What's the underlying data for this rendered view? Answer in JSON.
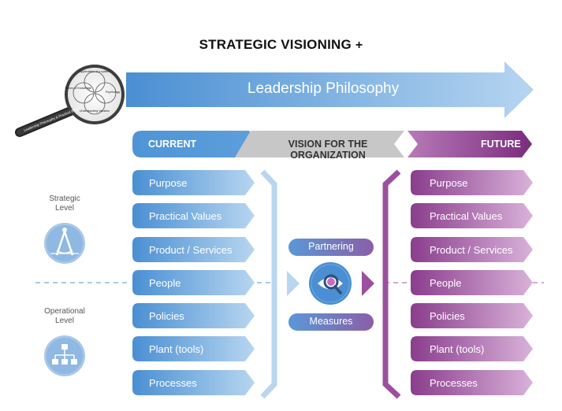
{
  "title": {
    "main": "STRATEGIC VISIONING",
    "plus": "+"
  },
  "banner": {
    "label": "Leadership Philosophy"
  },
  "magnifier": {
    "circles": [
      "Appreciation of a system",
      "Theory of Knowledge",
      "Psychology",
      "Understanding Variation"
    ],
    "handle": "Leadership Philosophy & Practical Beliefs"
  },
  "header": {
    "current": "CURRENT",
    "vision": "VISION FOR THE ORGANIZATION",
    "future": "FUTURE"
  },
  "levels": {
    "strategic": "Strategic\nLevel",
    "operational": "Operational\nLevel"
  },
  "current_items": [
    "Purpose",
    "Practical Values",
    "Product / Services",
    "People",
    "Policies",
    "Plant (tools)",
    "Processes"
  ],
  "future_items": [
    "Purpose",
    "Practical Values",
    "Product / Services",
    "People",
    "Policies",
    "Plant (tools)",
    "Processes"
  ],
  "middle": {
    "partnering": "Partnering",
    "measures": "Measures"
  },
  "icons": {
    "strategic": "compass-icon",
    "operational": "org-chart-icon",
    "center": "eye-in-magnifier-icon",
    "magnifier": "magnifying-glass-icon"
  },
  "colors": {
    "blue_dark": "#4a8fd3",
    "blue_light": "#b7d6f0",
    "purple_dark": "#8a3d8c",
    "purple_light": "#d4a7d5",
    "gray_header": "#c7c7c7"
  }
}
